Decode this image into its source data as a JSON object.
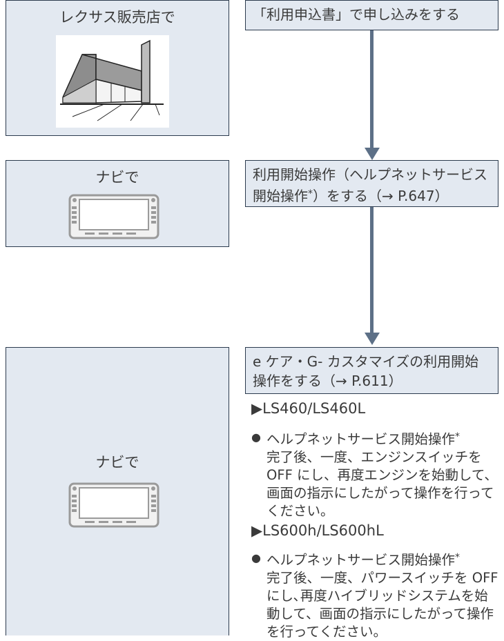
{
  "left_boxes": [
    {
      "caption": "レクサス販売店で",
      "illustration": "dealership-building"
    },
    {
      "caption": "ナビで",
      "illustration": "navigation-unit"
    },
    {
      "caption": "ナビで",
      "illustration": "navigation-unit"
    }
  ],
  "steps": [
    {
      "lines": [
        "「利用申込書」で申し込みをする"
      ]
    },
    {
      "lines": [
        "利用開始操作（ヘルプネットサービス",
        "開始操作",
        "）をする（→ P.647）"
      ],
      "asterisk": "*"
    },
    {
      "lines": [
        "e ケア・G- カスタマイズの利用開始",
        "操作をする（→ P.611）"
      ]
    }
  ],
  "models": [
    {
      "label": "▶LS460/LS460L",
      "bullet": "●",
      "lead": "ヘルプネットサービス開始操作",
      "asterisk": "*",
      "body": "完了後、一度、エンジンスイッチを OFF にし、再度エンジンを始動して、画面の指示にしたがって操作を行ってください。"
    },
    {
      "label": "▶LS600h/LS600hL",
      "bullet": "●",
      "lead": "ヘルプネットサービス開始操作",
      "asterisk": "*",
      "body": "完了後、一度、パワースイッチを OFF にし､再度ハイブリッドシステムを始動して、画面の指示にしたがって操作を行ってください。"
    }
  ],
  "colors": {
    "box_fill": "#e3e9f1",
    "border": "#2b3a4d",
    "arrow": "#5d7087"
  }
}
